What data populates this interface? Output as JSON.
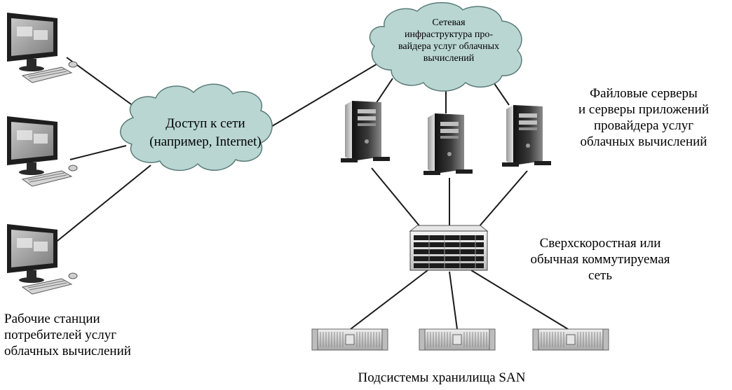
{
  "cloud_access": {
    "line1": "Доступ к сети",
    "line2": "(например, Internet)"
  },
  "cloud_provider": {
    "line1": "Сетевая",
    "line2": "инфраструктура про-",
    "line3": "вайдера услуг облачных",
    "line4": "вычислений"
  },
  "servers_label": {
    "line1": "Файловые серверы",
    "line2": "и серверы приложений",
    "line3": "провайдера услуг",
    "line4": "облачных вычислений"
  },
  "switch_label": {
    "line1": "Сверхскоростная или",
    "line2": "обычная коммутируемая",
    "line3": "сеть"
  },
  "workstations_label": {
    "line1": "Рабочие станции",
    "line2": "потребителей услуг",
    "line3": "облачных вычислений"
  },
  "storage_label": {
    "line1": "Подсистемы хранилища SAN"
  },
  "colors": {
    "cloud_fill": "#b9d6d3",
    "cloud_stroke": "#5a7c78",
    "line": "#1a1a1a",
    "device_dark": "#2b2b2b",
    "device_light": "#d9d9d9"
  }
}
